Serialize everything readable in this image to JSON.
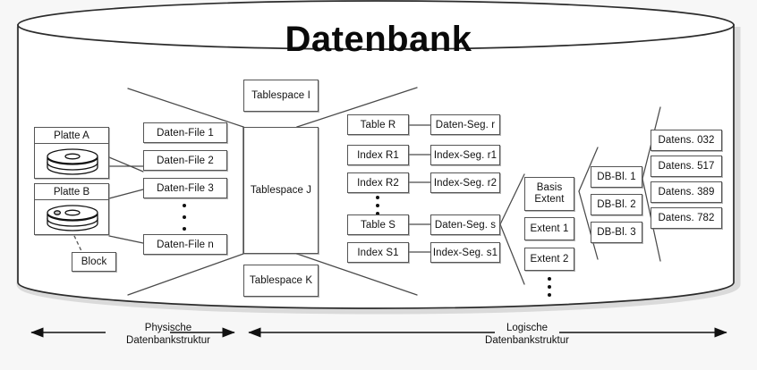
{
  "title": "Datenbank",
  "physical": {
    "disks": [
      {
        "label": "Platte A",
        "icon": "disk-platter-icon"
      },
      {
        "label": "Platte B",
        "icon": "disk-platter-icon"
      }
    ],
    "block": "Block",
    "data_files": [
      "Daten-File 1",
      "Daten-File 2",
      "Daten-File 3",
      "Daten-File n"
    ],
    "data_files_ellipsis": "vertical-dots"
  },
  "tablespaces": [
    "Tablespace I",
    "Tablespace J",
    "Tablespace K"
  ],
  "logical": {
    "objects": [
      "Table R",
      "Index R1",
      "Index R2",
      "Table S",
      "Index S1"
    ],
    "objects_ellipsis": "vertical-dots",
    "segments": [
      "Daten-Seg. r",
      "Index-Seg. r1",
      "Index-Seg. r2",
      "Daten-Seg. s",
      "Index-Seg. s1"
    ],
    "extents": [
      "Basis Extent",
      "Extent 1",
      "Extent 2"
    ],
    "extents_basis_line1": "Basis",
    "extents_basis_line2": "Extent",
    "extents_ellipsis": "vertical-dots",
    "db_blocks": [
      "DB-Bl. 1",
      "DB-Bl. 2",
      "DB-Bl. 3"
    ],
    "records": [
      "Datens. 032",
      "Datens. 517",
      "Datens. 389",
      "Datens. 782"
    ]
  },
  "captions": {
    "left_line1": "Physische",
    "left_line2": "Datenbankstruktur",
    "right_line1": "Logische",
    "right_line2": "Datenbankstruktur"
  },
  "colors": {
    "stroke": "#555555",
    "text": "#111111",
    "background": "#f7f7f7",
    "surface": "#ffffff"
  }
}
